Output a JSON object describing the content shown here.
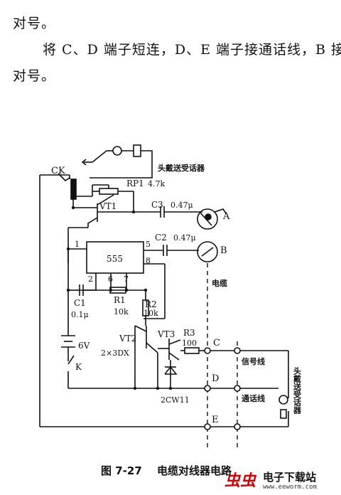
{
  "body_text": {
    "line1": "对号。",
    "line2": "将 C、D 端子短连，D、E 端子接通话线，B 接",
    "line3": "对号。"
  },
  "circuit": {
    "headset_top": "头戴送受话器",
    "headset_right": "头戴送受话器",
    "ck": "CK",
    "rp1": "RP1",
    "rp1_value": "4.7k",
    "vt1": "VT1",
    "c3": "C3",
    "c3_value": "0.47μ",
    "c2": "C2",
    "c2_value": "0.47μ",
    "terminal_a": "A",
    "terminal_b": "B",
    "terminal_c": "C",
    "terminal_d": "D",
    "terminal_e": "E",
    "ic_label": "555",
    "pin1": "1",
    "pin2": "2",
    "pin5": "5",
    "pin6": "6",
    "pin7": "7",
    "pin8": "8",
    "cable": "电缆",
    "c1": "C1",
    "c1_value": "0.1μ",
    "r1": "R1",
    "r1_value": "10k",
    "r2": "R2",
    "r2_value": "10k",
    "vt2": "VT2",
    "vt3": "VT3",
    "transistor_type": "2×3DX",
    "r3": "R3",
    "r3_value": "100",
    "battery": "6V",
    "switch_k": "K",
    "signal_line": "信号线",
    "call_line": "通话线",
    "zener": "2CW11"
  },
  "caption": {
    "figure_number": "图 7-27",
    "title": "电缆对线器电路"
  },
  "watermark": {
    "logo": "虫虫",
    "title": "电子下载站",
    "url": "www.eeworm.com"
  }
}
